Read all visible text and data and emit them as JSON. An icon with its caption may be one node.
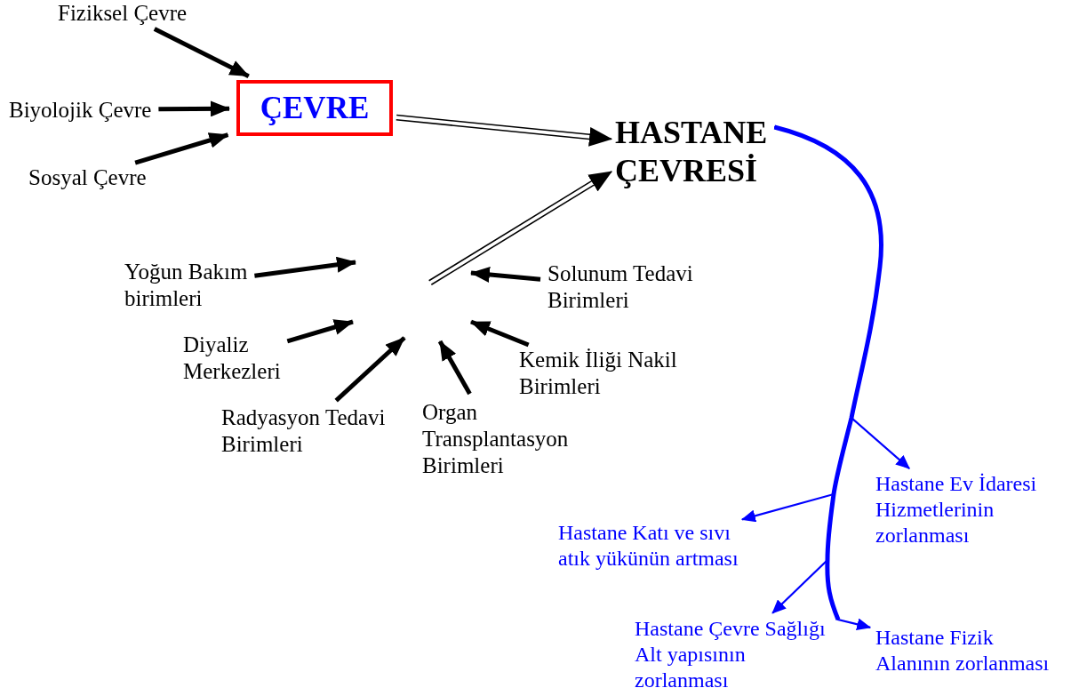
{
  "diagram": {
    "nodes": [
      {
        "text": [
          "Fiziksel Çevre"
        ]
      },
      {
        "text": [
          "Biyolojik Çevre"
        ]
      },
      {
        "text": [
          "Sosyal Çevre"
        ]
      },
      {
        "text": [
          "ÇEVRE"
        ]
      },
      {
        "text": [
          "HASTANE ÇEVRESİ"
        ]
      },
      {
        "text": [
          "Yoğun Bakım birimleri"
        ]
      },
      {
        "text": [
          "Diyaliz Merkezleri"
        ]
      },
      {
        "text": [
          "Radyasyon Tedavi Birimleri"
        ]
      },
      {
        "text": [
          "Organ Transplantasyon Birimleri"
        ]
      },
      {
        "text": [
          "Kemik İliği Nakil Birimleri"
        ]
      },
      {
        "text": [
          "Solunum Tedavi Birimleri"
        ]
      },
      {
        "text": [
          "Hastane Ev İdaresi Hizmetlerinin zorlanması"
        ]
      },
      {
        "text": [
          "Hastane Katı ve sıvı atık yükünün artması"
        ]
      },
      {
        "text": [
          "Hastane Çevre Sağlığı Alt yapısının zorlanması"
        ]
      },
      {
        "text": [
          "Hastane Fizik Alanının zorlanması"
        ]
      }
    ],
    "edges": [
      {
        "from": 0,
        "to": 3,
        "arrow": "to"
      },
      {
        "from": 1,
        "to": 3,
        "arrow": "to"
      },
      {
        "from": 2,
        "to": 3,
        "arrow": "to"
      },
      {
        "from": 3,
        "to": 4,
        "arrow": "to"
      },
      {
        "from": null,
        "to": 4,
        "arrow": "to"
      },
      {
        "from": 5,
        "to": null,
        "arrow": "to"
      },
      {
        "from": 6,
        "to": null,
        "arrow": "to"
      },
      {
        "from": 7,
        "to": null,
        "arrow": "to"
      },
      {
        "from": 8,
        "to": null,
        "arrow": "to"
      },
      {
        "from": 9,
        "to": null,
        "arrow": "to"
      },
      {
        "from": 10,
        "to": null,
        "arrow": "to"
      },
      {
        "from": 4,
        "to": 11,
        "arrow": "to",
        "color": "#0000ff"
      },
      {
        "from": 4,
        "to": 12,
        "arrow": "to",
        "color": "#0000ff"
      },
      {
        "from": 4,
        "to": 13,
        "arrow": "to",
        "color": "#0000ff"
      },
      {
        "from": 4,
        "to": 14,
        "arrow": "to",
        "color": "#0000ff"
      }
    ]
  }
}
